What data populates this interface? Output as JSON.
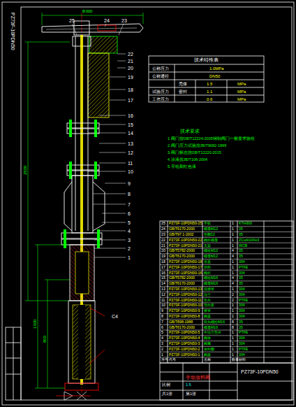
{
  "diagram": {
    "title": "PZ73F-10PDN50",
    "labels": [
      "PZ73F-10PDN50",
      "Φ300",
      "2500",
      "1400",
      "800",
      "C4",
      "25",
      "24",
      "23",
      "22",
      "21",
      "20",
      "19",
      "18",
      "17",
      "16",
      "15",
      "14",
      "13",
      "12",
      "11",
      "10",
      "9",
      "8",
      "7",
      "6",
      "5",
      "4",
      "3",
      "2",
      "1",
      "技术特性表",
      "公称压力",
      "1.0MPa",
      "公称通径",
      "DN50",
      "试验压力",
      "壳体",
      "1.5",
      "MPa",
      "密封",
      "1.1",
      "MPa",
      "工作压力",
      "0.6",
      "MPa",
      "技术要求",
      "1.阀门按GB/T12224-2005钢制阀门一般要求验收",
      "2.阀门压力试验按JB/T9092-1999",
      "3.阀门标志按GB/T12220-2015",
      "4.涂漆按JB/T106-2004",
      "5.手轮刷红色漆",
      "25",
      "PZ73F-10PDN50-25",
      "手轮",
      "1",
      "KTH300",
      "24",
      "GB/T6170-2000",
      "螺母M12",
      "1",
      "35",
      "23",
      "GB/T97.1-2002",
      "垫圈12",
      "1",
      "35",
      "22",
      "PZ73F-10PDN50-22",
      "阀杆螺母",
      "1",
      "ZCuAl10Fe3",
      "21",
      "PZ73F-10PDN50-21",
      "支架",
      "1",
      "WCB",
      "20",
      "GB/T5782-2000",
      "螺栓M12",
      "4",
      "35",
      "19",
      "GB/T6170-2000",
      "螺母M12",
      "4",
      "35",
      "18",
      "PZ73F-10PDN50-18",
      "压盖",
      "1",
      "304",
      "17",
      "PZ73F-10PDN50-17",
      "填料",
      "1",
      "PTFE",
      "16",
      "PZ73F-10PDN50-16",
      "阀杆",
      "1",
      "304",
      "15",
      "GB/T5782-2000",
      "螺栓M16",
      "4",
      "35",
      "14",
      "GB/T6170-2000",
      "螺母M16",
      "4",
      "35",
      "13",
      "PZ73F-10PDN50-13",
      "连接管",
      "1",
      "304",
      "12",
      "PZ73F-10PDN50-12",
      "法兰",
      "2",
      "304",
      "11",
      "PZ73F-10PDN50-11",
      "垫片",
      "2",
      "PTFE",
      "10",
      "PZ73F-10PDN50-10",
      "导向套",
      "1",
      "304",
      "9",
      "PZ73F-10PDN50-9",
      "接管",
      "1",
      "304",
      "8",
      "PZ73F-10PDN50-8",
      "阀盖",
      "1",
      "304",
      "7",
      "GB/T898-1988",
      "双头螺柱M16",
      "8",
      "35",
      "6",
      "GB/T6170-2000",
      "螺母M16",
      "8",
      "35",
      "5",
      "PZ73F-10PDN50-5",
      "中法兰垫片",
      "1",
      "PTFE",
      "4",
      "PZ73F-10PDN50-4",
      "阀体",
      "1",
      "304",
      "3",
      "PZ73F-10PDN50-3",
      "阀瓣",
      "1",
      "304",
      "2",
      "PZ73F-10PDN50-2",
      "密封圈",
      "1",
      "PTFE",
      "1",
      "PZ73F-10PDN50-1",
      "阀座",
      "1",
      "304",
      "序号",
      "代号",
      "名称",
      "数量",
      "材料",
      "PZ73F-10PDN50",
      "手动放料阀",
      "比例",
      "1:5",
      "共1张",
      "第1张"
    ]
  }
}
